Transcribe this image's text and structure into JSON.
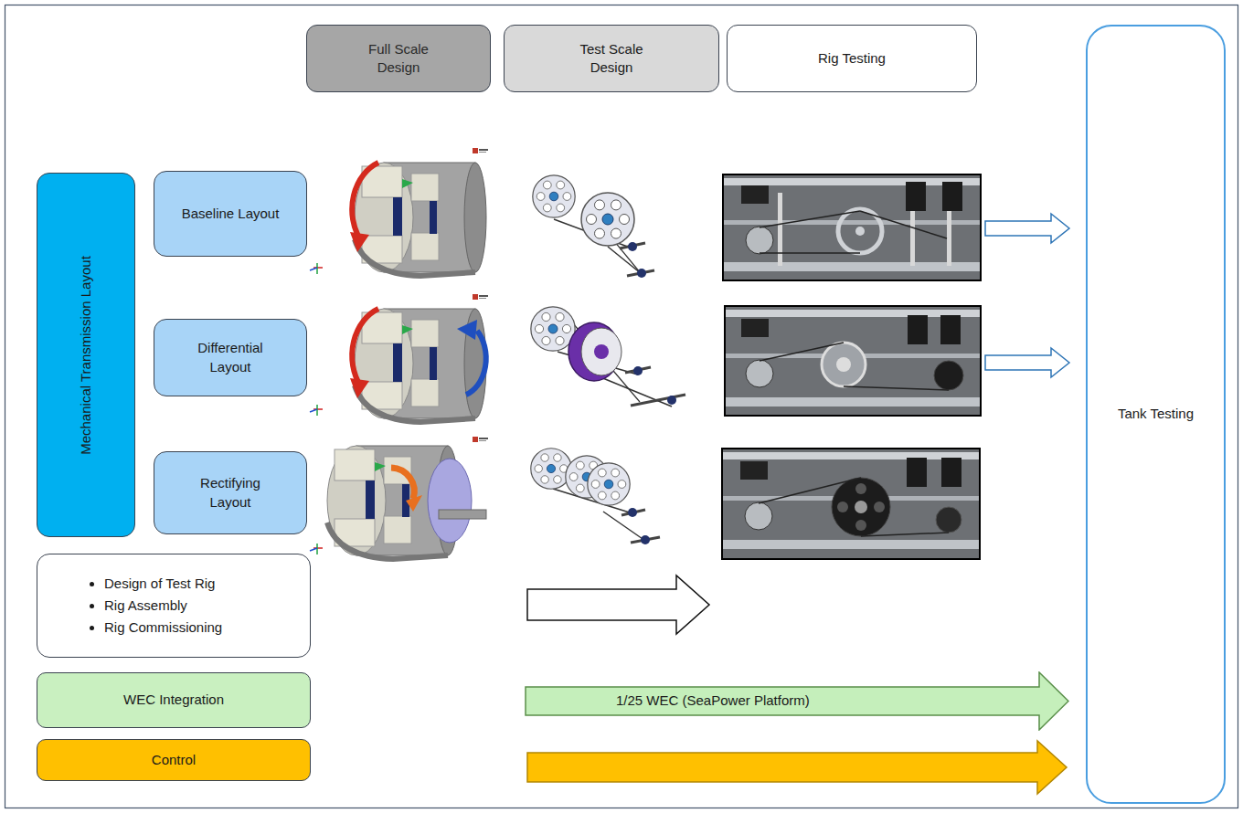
{
  "diagram": {
    "nodes": [
      {
        "text": [
          "Full Scale Design"
        ]
      },
      {
        "text": [
          "Test Scale Design"
        ]
      },
      {
        "text": [
          "Rig Testing"
        ]
      },
      {
        "text": [
          "Tank Testing"
        ]
      },
      {
        "text": [
          "Mechanical Transmission Layout"
        ]
      },
      {
        "text": [
          "Baseline Layout"
        ]
      },
      {
        "text": [
          "Differential Layout"
        ]
      },
      {
        "text": [
          "Rectifying Layout"
        ]
      },
      {
        "text": [
          "Design of Test Rig",
          "Rig Assembly",
          "Rig Commissioning"
        ]
      },
      {
        "text": [
          "WEC Integration"
        ]
      },
      {
        "text": [
          "1/25 WEC (SeaPower Platform)"
        ]
      },
      {
        "text": [
          "Control"
        ]
      }
    ]
  }
}
